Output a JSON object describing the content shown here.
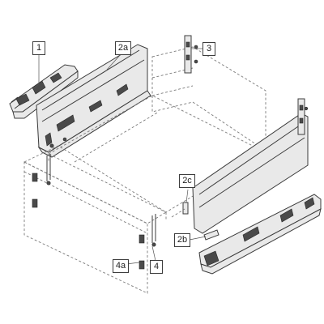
{
  "callouts": {
    "c1": "1",
    "c2a": "2a",
    "c3": "3",
    "c2c": "2c",
    "c2b": "2b",
    "c4": "4",
    "c4a": "4a"
  },
  "colors": {
    "line": "#3c3c3c",
    "dashed": "#7a7a7a",
    "metal_light": "#e6e6e6",
    "metal_dark": "#4a4a4a"
  }
}
